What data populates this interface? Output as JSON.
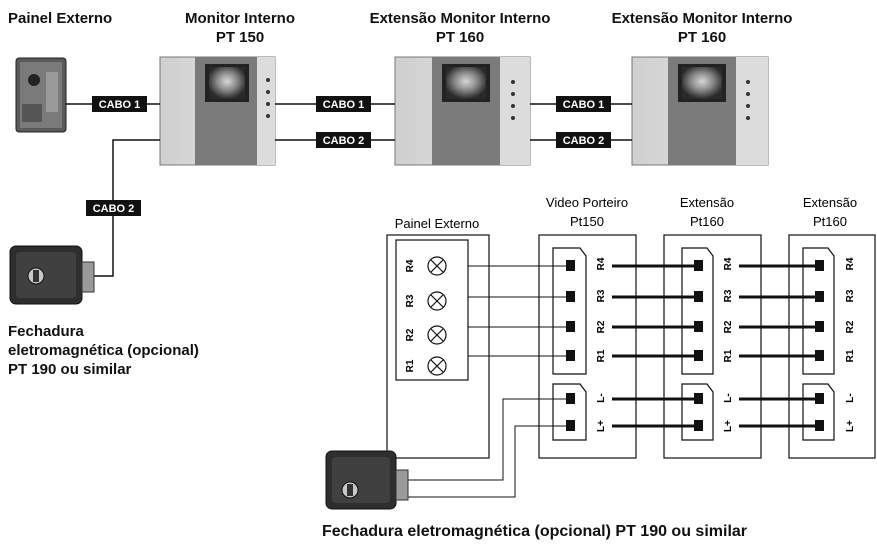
{
  "top": {
    "panel_title": "Painel Externo",
    "monitor_title": "Monitor Interno",
    "monitor_model": "PT 150",
    "ext1_title": "Extensão Monitor Interno",
    "ext1_model": "PT 160",
    "ext2_title": "Extensão Monitor Interno",
    "ext2_model": "PT 160",
    "cable1": "CABO 1",
    "cable2": "CABO 2",
    "lock_line1": "Fechadura",
    "lock_line2": "eletromagnética (opcional)",
    "lock_line3": "PT 190 ou similar"
  },
  "wiring": {
    "panel_label": "Painel Externo",
    "video_label_1": "Video Porteiro",
    "video_label_2": "Pt150",
    "ext_label_1": "Extensão",
    "ext_label_2": "Pt160",
    "ext2_label_1": "Extensão",
    "ext2_label_2": "Pt160",
    "terminals": [
      "R4",
      "R3",
      "R2",
      "R1"
    ],
    "lock_terminals": [
      "L-",
      "L+"
    ],
    "bottom_caption": "Fechadura eletromagnética (opcional) PT 190 ou similar"
  }
}
